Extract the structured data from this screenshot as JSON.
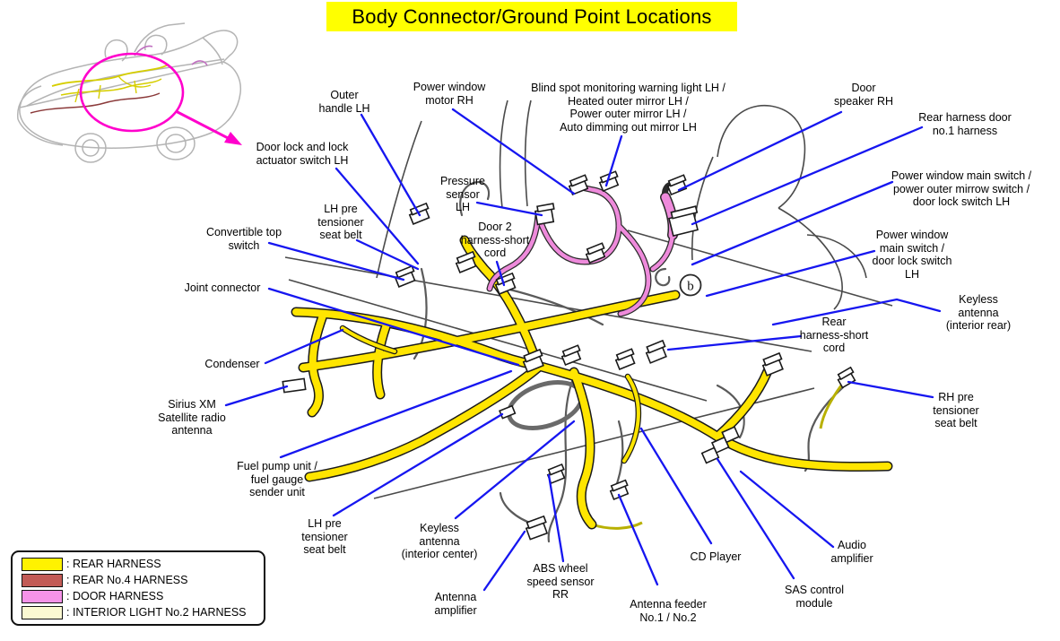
{
  "title": "Body Connector/Ground Point Locations",
  "ground_marker": "b",
  "colors": {
    "banner_background": "#FFFF00",
    "leader_line": "#1616F0",
    "highlight_circle": "#FF00CC",
    "rear_harness": "#FFF200",
    "rear_no4_harness": "#C25B56",
    "door_harness": "#F593E8",
    "interior_light_no2_harness": "#FBF9D2"
  },
  "legend": {
    "items": [
      {
        "label": ": REAR HARNESS",
        "color": "#FFF200"
      },
      {
        "label": ": REAR No.4 HARNESS",
        "color": "#C25B56"
      },
      {
        "label": ": DOOR HARNESS",
        "color": "#F593E8"
      },
      {
        "label": ": INTERIOR LIGHT No.2 HARNESS",
        "color": "#FBF9D2"
      }
    ]
  },
  "labels": [
    {
      "id": "outer-handle-lh",
      "text": "Outer\nhandle LH"
    },
    {
      "id": "power-window-motor-rh",
      "text": "Power window\nmotor RH"
    },
    {
      "id": "blind-spot-mirror-lh",
      "text": "Blind spot monitoring warning light LH /\nHeated outer mirror LH /\nPower outer mirror LH /\nAuto dimming out mirror LH"
    },
    {
      "id": "door-speaker-rh",
      "text": "Door\nspeaker RH"
    },
    {
      "id": "rear-harness-door-no1",
      "text": "Rear harness door\nno.1 harness"
    },
    {
      "id": "door-lock-actuator-switch-lh",
      "text": "Door lock and lock\nactuator switch LH"
    },
    {
      "id": "pw-main-outer-mirrow-lock-lh",
      "text": "Power window main switch /\npower outer mirrow switch /\ndoor lock switch LH"
    },
    {
      "id": "pressure-sensor-lh",
      "text": "Pressure\nsensor\nLH"
    },
    {
      "id": "lh-pre-tensioner-upper",
      "text": "LH pre\ntensioner\nseat belt"
    },
    {
      "id": "door2-harness-short-cord",
      "text": "Door 2\nharness-short\ncord"
    },
    {
      "id": "convertible-top-switch",
      "text": "Convertible top\nswitch"
    },
    {
      "id": "pw-main-lock-lh",
      "text": "Power window\nmain switch /\ndoor lock switch\nLH"
    },
    {
      "id": "joint-connector",
      "text": "Joint connector"
    },
    {
      "id": "keyless-antenna-interior-rear",
      "text": "Keyless\nantenna\n(interior rear)"
    },
    {
      "id": "rear-harness-short-cord",
      "text": "Rear\nharness-short\ncord"
    },
    {
      "id": "condenser",
      "text": "Condenser"
    },
    {
      "id": "sirius-xm-antenna",
      "text": "Sirius XM\nSatellite radio\nantenna"
    },
    {
      "id": "rh-pre-tensioner",
      "text": "RH pre\ntensioner\nseat belt"
    },
    {
      "id": "fuel-pump-unit",
      "text": "Fuel pump unit /\nfuel gauge\nsender unit"
    },
    {
      "id": "lh-pre-tensioner-lower",
      "text": "LH pre\ntensioner\nseat belt"
    },
    {
      "id": "keyless-antenna-interior-center",
      "text": "Keyless\nantenna\n(interior center)"
    },
    {
      "id": "antenna-amplifier",
      "text": "Antenna\namplifier"
    },
    {
      "id": "abs-wheel-speed-rr",
      "text": "ABS wheel\nspeed sensor\nRR"
    },
    {
      "id": "antenna-feeder",
      "text": "Antenna feeder\nNo.1 / No.2"
    },
    {
      "id": "cd-player",
      "text": "CD Player"
    },
    {
      "id": "sas-control-module",
      "text": "SAS control\nmodule"
    },
    {
      "id": "audio-amplifier",
      "text": "Audio\namplifier"
    }
  ]
}
